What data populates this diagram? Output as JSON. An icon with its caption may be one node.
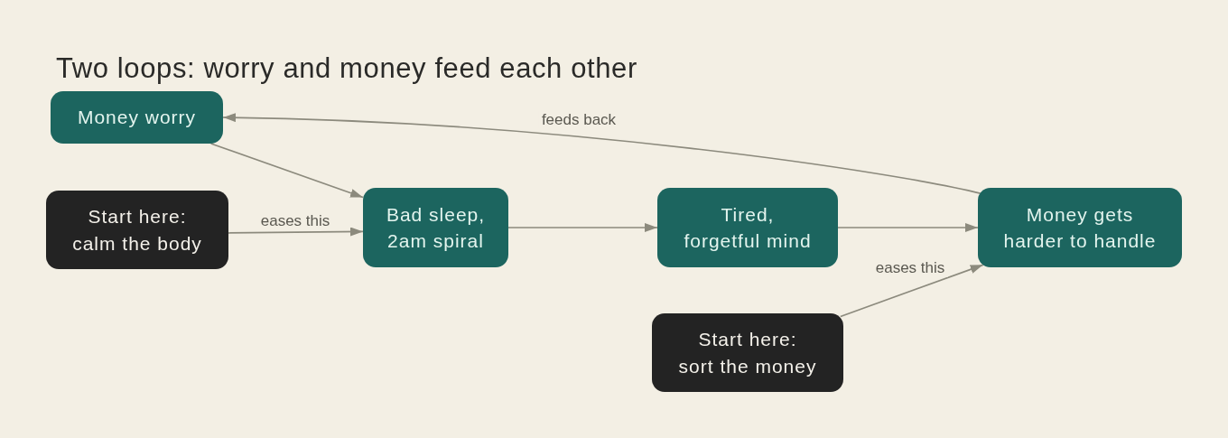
{
  "diagram": {
    "title": "Two loops: worry and money feed each other",
    "nodes": [
      {
        "text": [
          "Money worry"
        ]
      },
      {
        "text": [
          "Start here: calm the body"
        ]
      },
      {
        "text": [
          "Bad sleep, 2am spiral"
        ]
      },
      {
        "text": [
          "Tired, forgetful mind"
        ]
      },
      {
        "text": [
          "Money gets harder to handle"
        ]
      },
      {
        "text": [
          "Start here: sort the money"
        ]
      }
    ],
    "edges": [
      {
        "from": 0,
        "to": 2,
        "arrow": "to"
      },
      {
        "from": 1,
        "to": 2,
        "arrow": "to",
        "label": "eases this"
      },
      {
        "from": 2,
        "to": 3,
        "arrow": "to"
      },
      {
        "from": 3,
        "to": 4,
        "arrow": "to"
      },
      {
        "from": 4,
        "to": 0,
        "arrow": "to",
        "label": "feeds back"
      },
      {
        "from": 5,
        "to": 4,
        "arrow": "to",
        "label": "eases this"
      }
    ]
  }
}
